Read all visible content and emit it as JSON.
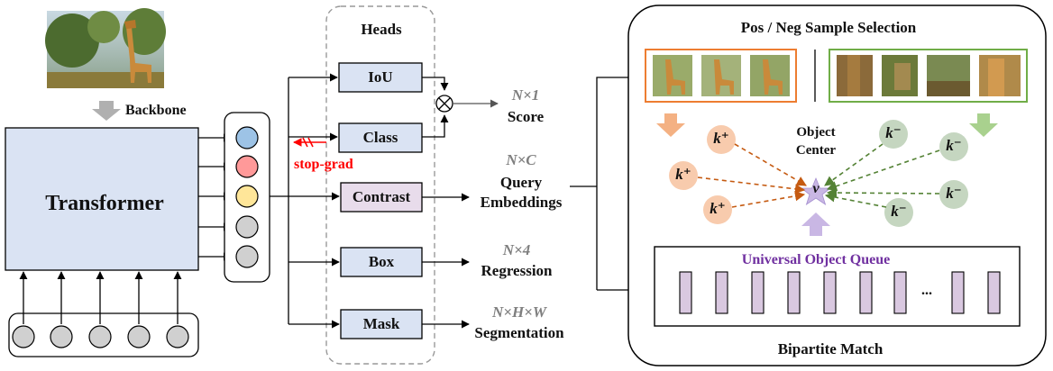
{
  "backbone": {
    "label": "Backbone"
  },
  "transformer": {
    "label": "Transformer"
  },
  "heads": {
    "title": "Heads",
    "iou": "IoU",
    "class": "Class",
    "contrast": "Contrast",
    "box": "Box",
    "mask": "Mask"
  },
  "stop_grad": "stop-grad",
  "outputs": {
    "score": {
      "dim": "N×1",
      "label": "Score"
    },
    "query": {
      "dim": "N×C",
      "label_line1": "Query",
      "label_line2": "Embeddings"
    },
    "regression": {
      "dim": "N×4",
      "label": "Regression"
    },
    "segmentation": {
      "dim": "N×H×W",
      "label": "Segmentation"
    }
  },
  "right_panel": {
    "title": "Pos / Neg Sample Selection",
    "object_center_line1": "Object",
    "object_center_line2": "Center",
    "center_symbol": "v",
    "pos_key": "k⁺",
    "neg_key": "k⁻",
    "queue_title": "Universal Object Queue",
    "ellipsis": "...",
    "bottom": "Bipartite Match"
  },
  "colors": {
    "head_fill": "#dae3f3",
    "contrast_fill": "#e8dceb",
    "transformer_fill": "#dae3f3",
    "pos_border": "#ed7d31",
    "neg_border": "#70ad47",
    "pos_node": "#f8cbad",
    "neg_node": "#c5d6c0",
    "queue_bar": "#d9c8e0",
    "stop_grad": "#ff0000",
    "queue_title": "#7030a0"
  }
}
